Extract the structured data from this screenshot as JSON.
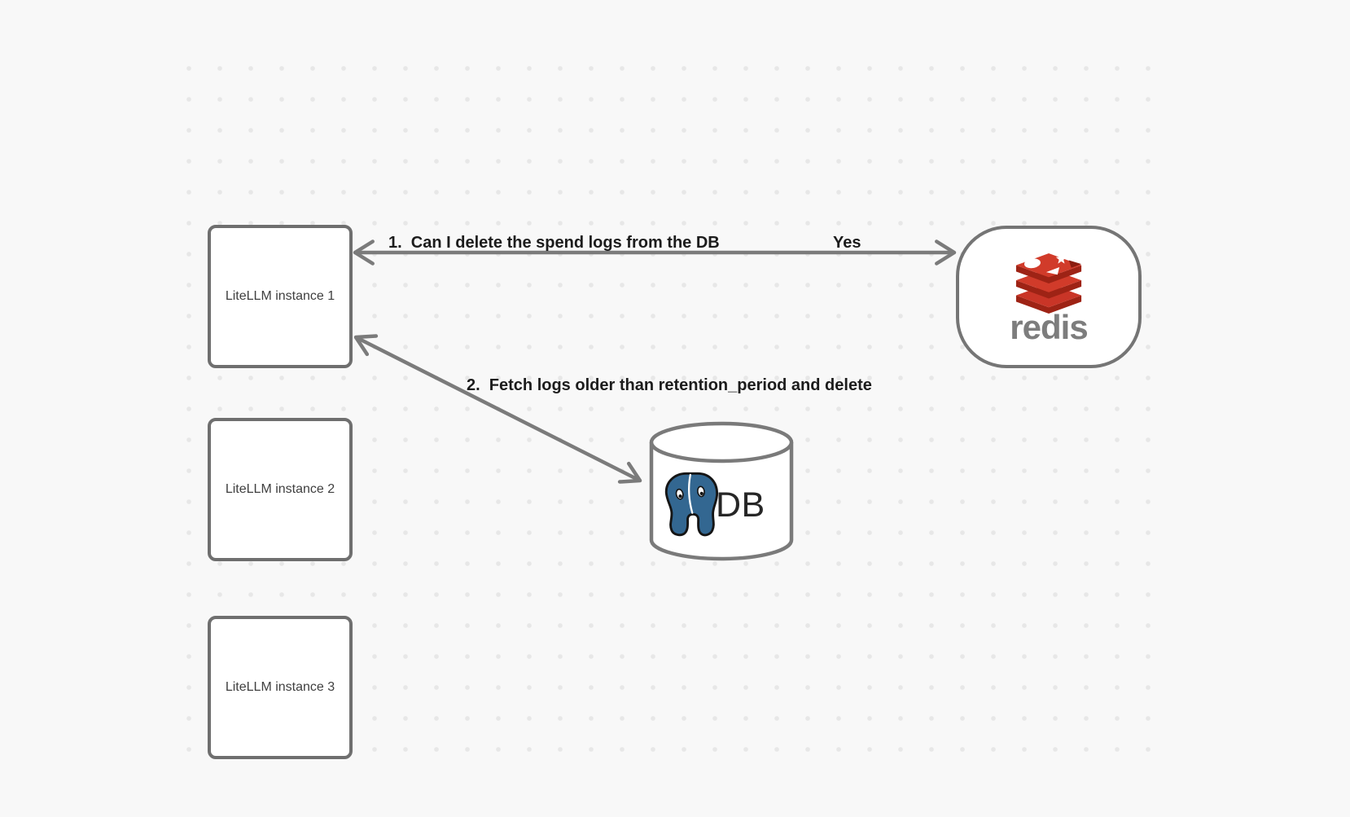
{
  "diagram": {
    "background": "#f8f8f8",
    "dot_color": "#e7e7e7",
    "nodes": {
      "instance1": "LiteLLM instance 1",
      "instance2": "LiteLLM instance 2",
      "instance3": "LiteLLM instance 3",
      "redis_wordmark": "redis",
      "db_label": "DB"
    },
    "arrows": {
      "arrow1_label": "1.  Can I delete the spend logs from the DB",
      "arrow1_response": "Yes",
      "arrow2_label": "2.  Fetch logs older than retention_period and delete"
    },
    "icons": {
      "redis": "redis-logo-icon",
      "postgres": "postgresql-elephant-icon"
    },
    "colors": {
      "box_border": "#6f6f6f",
      "redis_box_border": "#757575",
      "arrow": "#7b7b7b",
      "arrow_label_text": "#1c1c1c",
      "node_label_text": "#3f3f3f",
      "redis_red": "#d13b2a",
      "redis_red_dark": "#9e2315",
      "redis_notch_dark": "#8a1d10",
      "redis_wordmark_gray": "#7d7d7d",
      "postgres_blue": "#336791",
      "db_text": "#262626"
    }
  }
}
